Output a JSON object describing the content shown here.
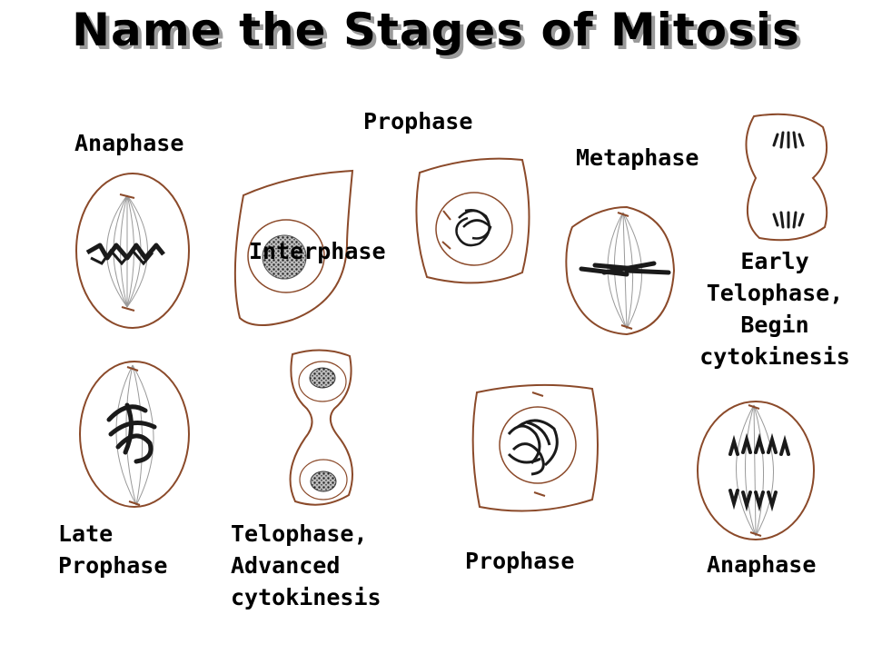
{
  "title": "Name the Stages of Mitosis",
  "colors": {
    "membrane": "#8b4a2a",
    "chromosome": "#1a1a1a",
    "spindle": "#9a9a9a",
    "text_shadow": "#9a9a9a"
  },
  "labels": {
    "anaphase_top": "Anaphase",
    "prophase_top": "Prophase",
    "metaphase": "Metaphase",
    "interphase": "Interphase",
    "early_telophase": [
      "Early",
      "Telophase,",
      "Begin",
      "cytokinesis"
    ],
    "late_prophase": [
      "Late",
      "Prophase"
    ],
    "telophase_advanced": [
      "Telophase,",
      "Advanced",
      "cytokinesis"
    ],
    "prophase_bottom": "Prophase",
    "anaphase_bottom": "Anaphase"
  }
}
